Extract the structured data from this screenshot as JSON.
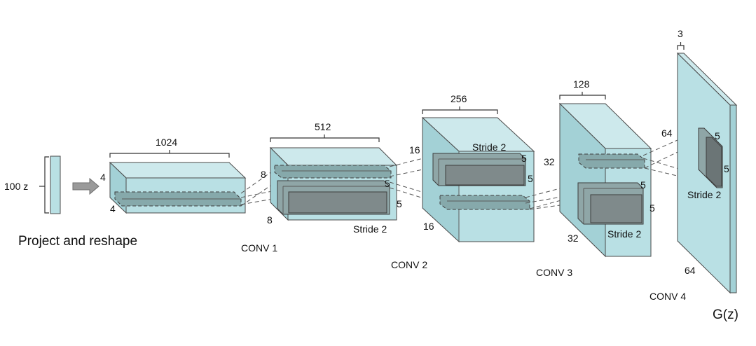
{
  "input": {
    "label": "100 z",
    "caption": "Project and reshape"
  },
  "layers": [
    {
      "name": "",
      "depth": "1024",
      "h": "4",
      "w": "4"
    },
    {
      "name": "CONV 1",
      "depth": "512",
      "h": "8",
      "w": "8",
      "k1": "5",
      "k2": "5",
      "stride": "Stride 2"
    },
    {
      "name": "CONV 2",
      "depth": "256",
      "h": "16",
      "w": "16",
      "k1": "5",
      "k2": "5",
      "stride": "Stride 2"
    },
    {
      "name": "CONV 3",
      "depth": "128",
      "h": "32",
      "w": "32",
      "k1": "5",
      "k2": "5",
      "stride": "Stride 2"
    },
    {
      "name": "CONV 4",
      "depth": "3",
      "h": "64",
      "w": "64",
      "k1": "5",
      "k2": "5",
      "stride": "Stride 2"
    }
  ],
  "output": {
    "label": "G(z)"
  },
  "colors": {
    "volume": "#b9e0e4",
    "kernel": "#7f8a8b",
    "arrow": "#9a9a9a"
  }
}
